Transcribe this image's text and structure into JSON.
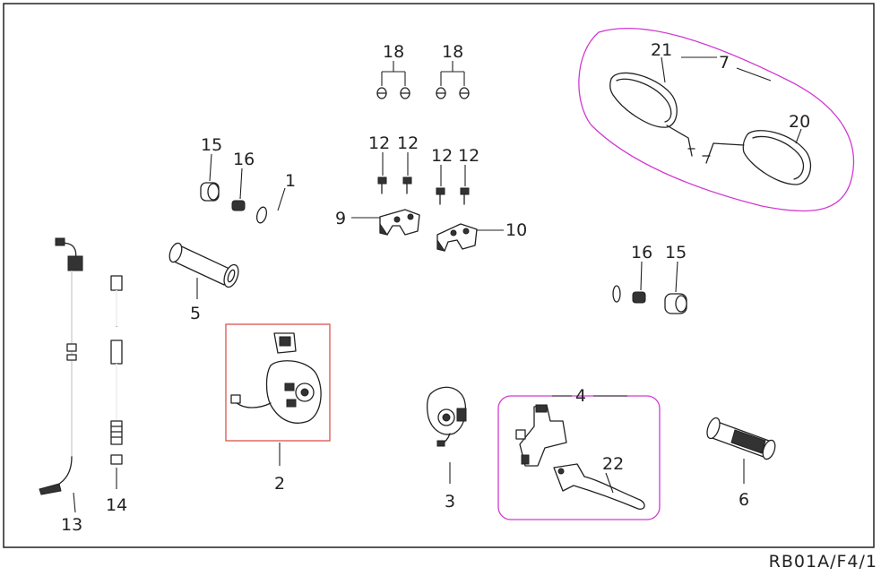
{
  "callouts": {
    "c1": "1",
    "c2": "2",
    "c3": "3",
    "c4": "4",
    "c5": "5",
    "c6": "6",
    "c7": "7",
    "c9": "9",
    "c10": "10",
    "c12a": "12",
    "c12b": "12",
    "c12c": "12",
    "c12d": "12",
    "c13": "13",
    "c14": "14",
    "c15a": "15",
    "c15b": "15",
    "c16a": "16",
    "c16b": "16",
    "c18a": "18",
    "c18b": "18",
    "c20": "20",
    "c21": "21",
    "c22": "22"
  },
  "reference_code": "RB01A/F4/1",
  "colors": {
    "group_outline_magenta": "#d13ad1",
    "group_outline_red": "#d9534f",
    "frame": "#222222"
  }
}
